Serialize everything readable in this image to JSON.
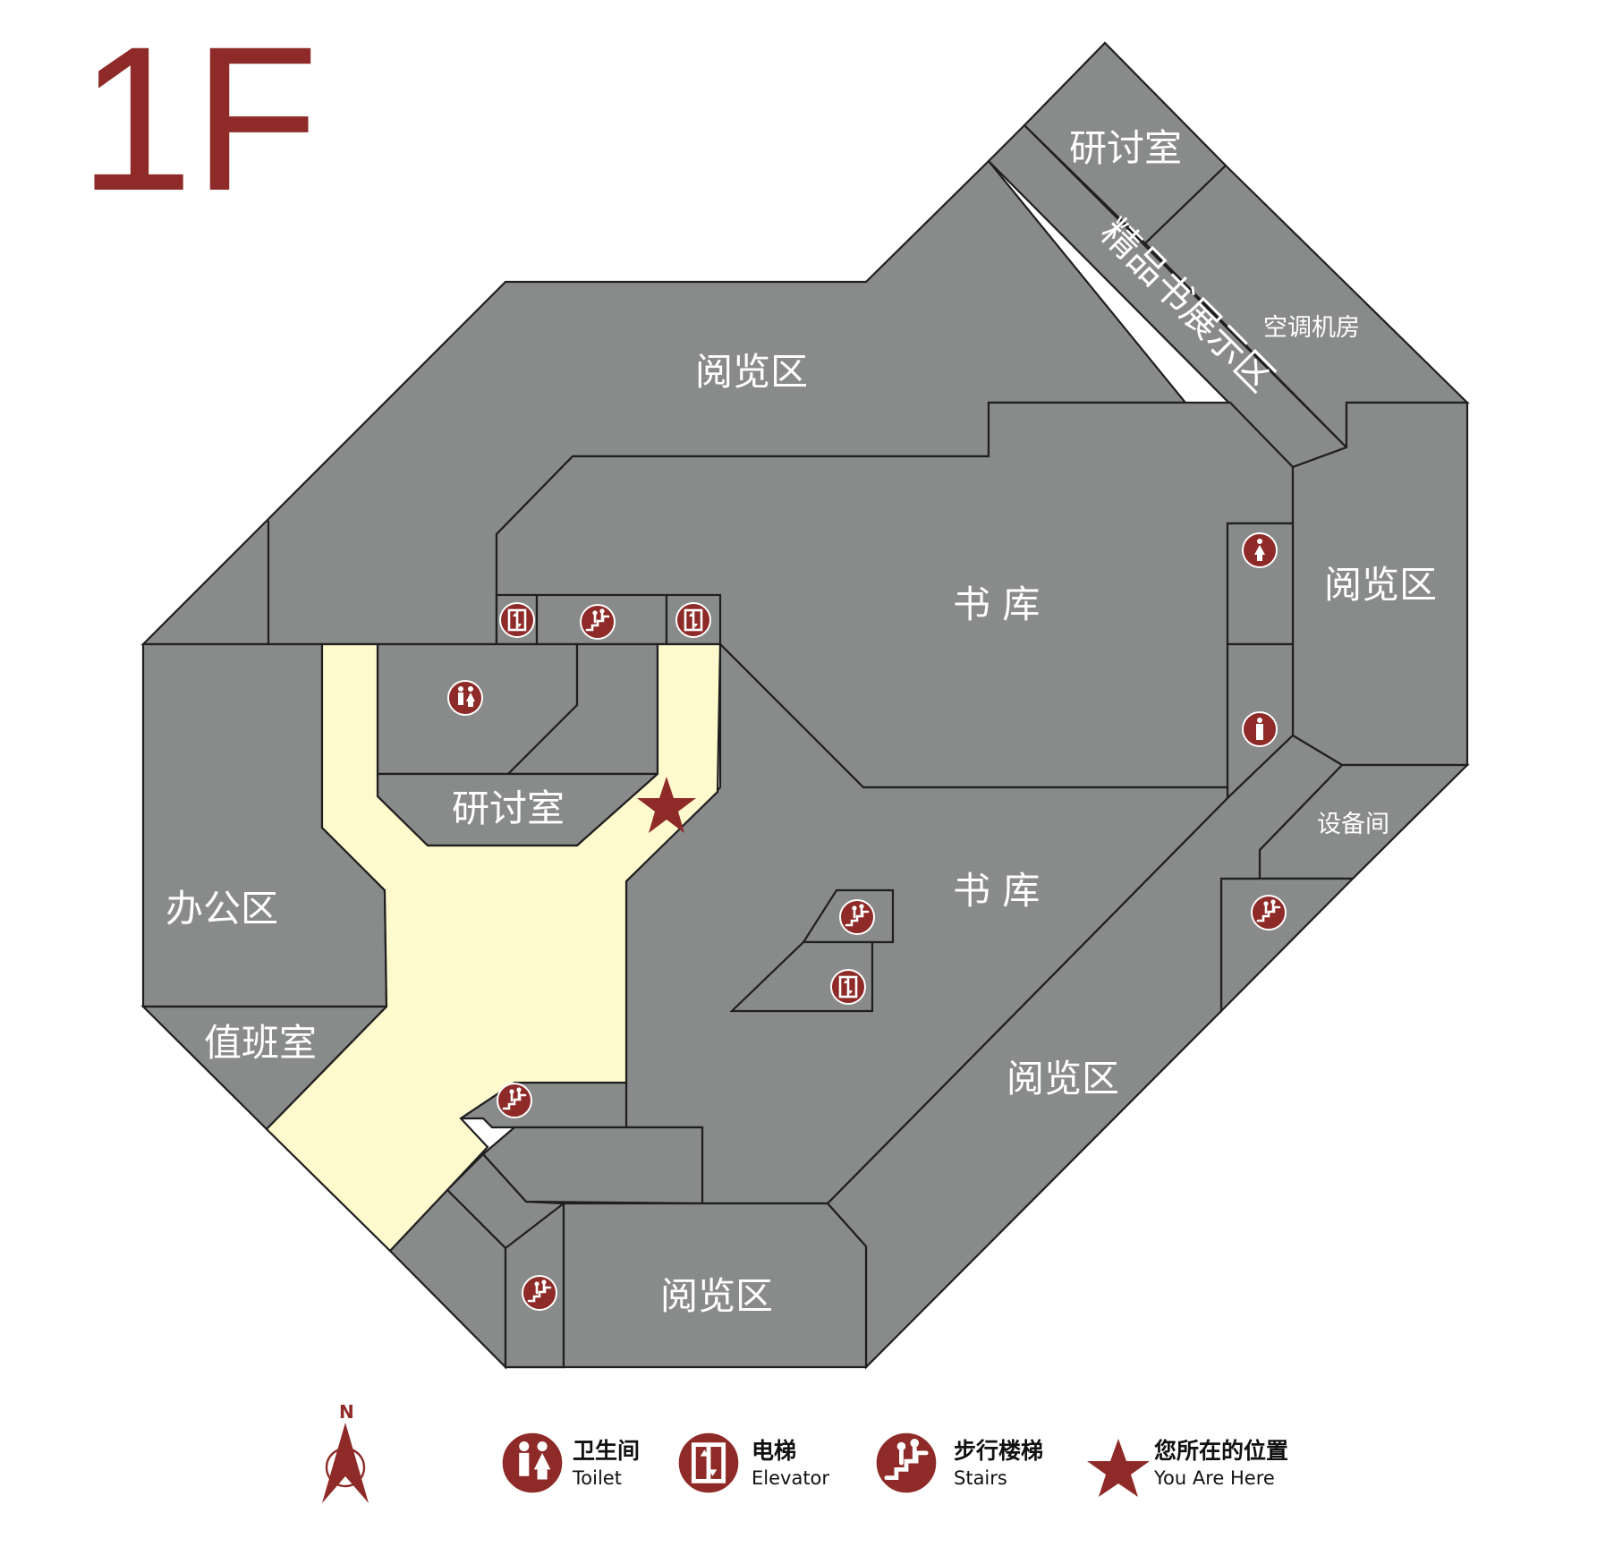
{
  "floor_label": "1F",
  "rooms": {
    "reading_north": "阅览区",
    "reading_east": "阅览区",
    "reading_southeast": "阅览区",
    "reading_south": "阅览区",
    "seminar_northeast": "研讨室",
    "seminar_center": "研讨室",
    "book_exhibit": "精品书展示区",
    "ac_room": "空调机房",
    "stacks_north": "书 库",
    "stacks_south": "书 库",
    "office": "办公区",
    "duty_room": "值班室",
    "equipment": "设备间"
  },
  "legend": {
    "toilet_cn": "卫生间",
    "toilet_en": "Toilet",
    "elevator_cn": "电梯",
    "elevator_en": "Elevator",
    "stairs_cn": "步行楼梯",
    "stairs_en": "Stairs",
    "here_cn": "您所在的位置",
    "here_en": "You Are Here"
  },
  "compass": "N",
  "colors": {
    "accent": "#8e2a27",
    "room": "#898a8a",
    "corridor": "#fffacd"
  }
}
